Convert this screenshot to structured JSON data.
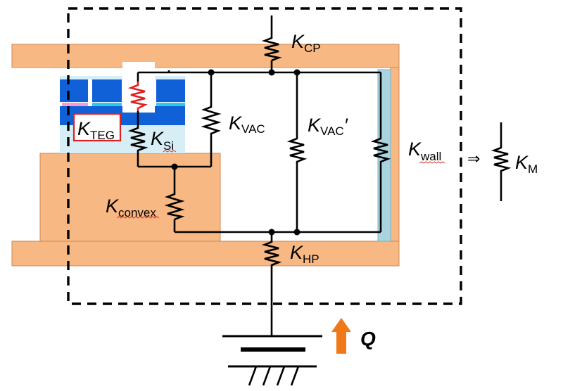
{
  "diagram": {
    "labels": {
      "k_cp": {
        "main": "K",
        "sub": "CP"
      },
      "k_teg": {
        "main": "K",
        "sub": "TEG"
      },
      "k_si": {
        "main": "K",
        "sub": "Si"
      },
      "k_vac": {
        "main": "K",
        "sub": "VAC"
      },
      "k_vac2": {
        "main": "K",
        "sub": "VAC",
        "prime": "′"
      },
      "k_wall": {
        "main": "K",
        "sub": "wall"
      },
      "k_m": {
        "main": "K",
        "sub": "M"
      },
      "k_convex": {
        "main": "K",
        "sub": "convex"
      },
      "k_hp": {
        "main": "K",
        "sub": "HP"
      },
      "q": "Q",
      "arrow": "⇒"
    },
    "colors": {
      "copper": "#F8B883",
      "copper_edge": "#C88A58",
      "wall": "#A8D4E0",
      "teg_blue": "#1060D8",
      "teg_cyan": "#30C8E8",
      "teg_pink": "#F0A0D0",
      "teg_light": "#D8EEF6",
      "teg_red": "#E02020",
      "heat_arrow": "#F07818"
    }
  }
}
